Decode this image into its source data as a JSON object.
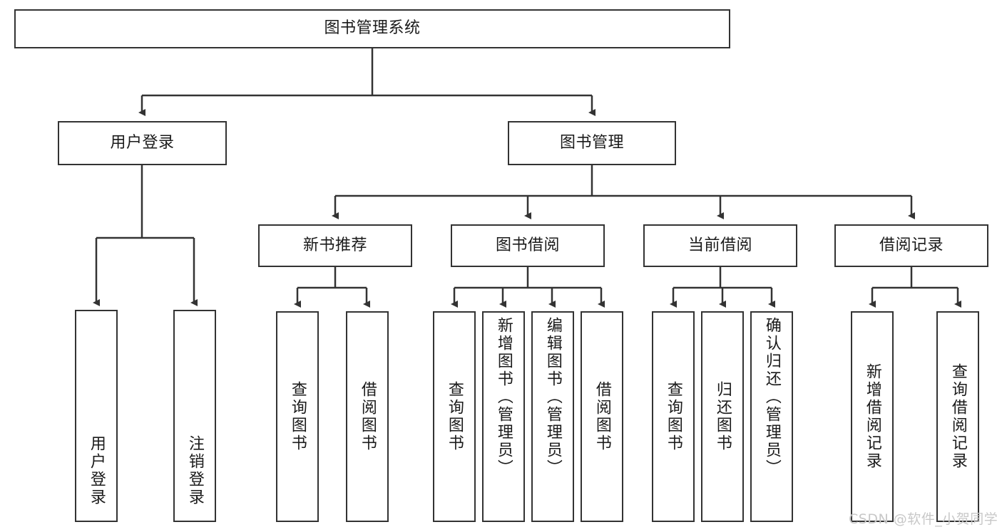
{
  "diagram": {
    "title": "图书管理系统",
    "type": "hierarchy-tree",
    "root": {
      "id": "root",
      "label": "图书管理系统"
    },
    "level2": [
      {
        "id": "user-login",
        "label": "用户登录"
      },
      {
        "id": "book-manage",
        "label": "图书管理"
      }
    ],
    "level3": [
      {
        "id": "new-book-recommend",
        "label": "新书推荐",
        "parent": "book-manage"
      },
      {
        "id": "book-borrow",
        "label": "图书借阅",
        "parent": "book-manage"
      },
      {
        "id": "current-borrow",
        "label": "当前借阅",
        "parent": "book-manage"
      },
      {
        "id": "borrow-record",
        "label": "借阅记录",
        "parent": "book-manage"
      }
    ],
    "leaves": {
      "user_login": [
        {
          "id": "leaf-user-login",
          "label": "用户登录"
        },
        {
          "id": "leaf-user-logout",
          "label": "注销登录"
        }
      ],
      "new_book_recommend": [
        {
          "id": "leaf-query-book-1",
          "label": "查询图书"
        },
        {
          "id": "leaf-borrow-book-1",
          "label": "借阅图书"
        }
      ],
      "book_borrow": [
        {
          "id": "leaf-query-book-2",
          "label": "查询图书"
        },
        {
          "id": "leaf-add-book",
          "label": "新增图书（管理员）"
        },
        {
          "id": "leaf-edit-book",
          "label": "编辑图书（管理员）"
        },
        {
          "id": "leaf-borrow-book-2",
          "label": "借阅图书"
        }
      ],
      "current_borrow": [
        {
          "id": "leaf-query-book-3",
          "label": "查询图书"
        },
        {
          "id": "leaf-return-book",
          "label": "归还图书"
        },
        {
          "id": "leaf-confirm-return",
          "label": "确认归还（管理员）"
        }
      ],
      "borrow_record": [
        {
          "id": "leaf-add-record",
          "label": "新增借阅记录"
        },
        {
          "id": "leaf-query-record",
          "label": "查询借阅记录"
        }
      ]
    }
  },
  "watermark": {
    "text": "CSDN @软件_小贺同学"
  },
  "colors": {
    "box_border": "#333333",
    "box_fill": "#ffffff",
    "line": "#333333",
    "text": "#1a1a1a",
    "watermark": "#c8c8c8",
    "background": "#ffffff"
  }
}
